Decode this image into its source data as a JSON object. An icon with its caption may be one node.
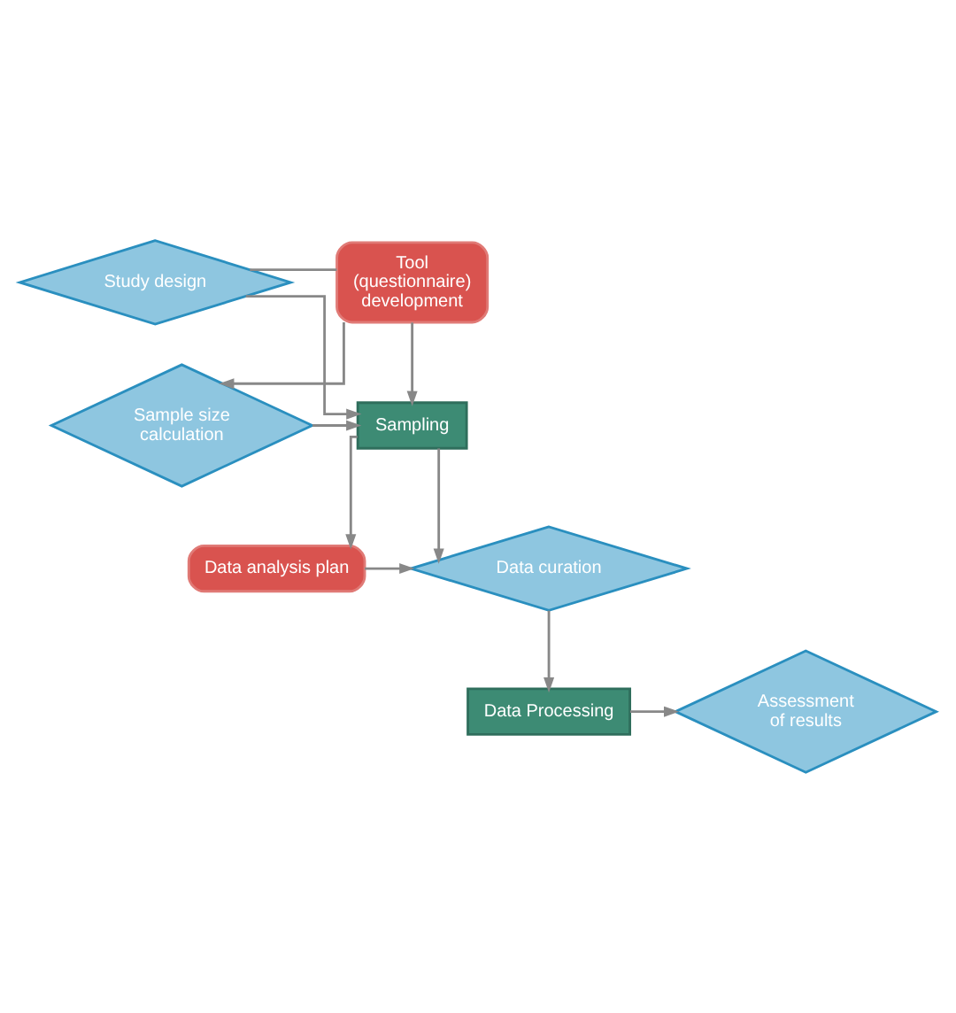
{
  "diagram": {
    "nodes": [
      {
        "text": [
          "Study design"
        ]
      },
      {
        "text": [
          "Tool (questionnaire) development"
        ]
      },
      {
        "text": [
          "Sample size calculation"
        ]
      },
      {
        "text": [
          "Sampling"
        ]
      },
      {
        "text": [
          "Data analysis plan"
        ]
      },
      {
        "text": [
          "Data curation"
        ]
      },
      {
        "text": [
          "Data Processing"
        ]
      },
      {
        "text": [
          "Assessment of results"
        ]
      }
    ],
    "edges": [
      {
        "from": 0,
        "to": 1,
        "arrow": "none"
      },
      {
        "from": 0,
        "to": 3,
        "arrow": "to"
      },
      {
        "from": 1,
        "to": 3,
        "arrow": "to"
      },
      {
        "from": 1,
        "to": 2,
        "arrow": "to"
      },
      {
        "from": 2,
        "to": 3,
        "arrow": "to"
      },
      {
        "from": 3,
        "to": 4,
        "arrow": "to"
      },
      {
        "from": 3,
        "to": 5,
        "arrow": "to"
      },
      {
        "from": 4,
        "to": 5,
        "arrow": "to"
      },
      {
        "from": 5,
        "to": 6,
        "arrow": "to"
      },
      {
        "from": 6,
        "to": 7,
        "arrow": "to"
      }
    ]
  }
}
